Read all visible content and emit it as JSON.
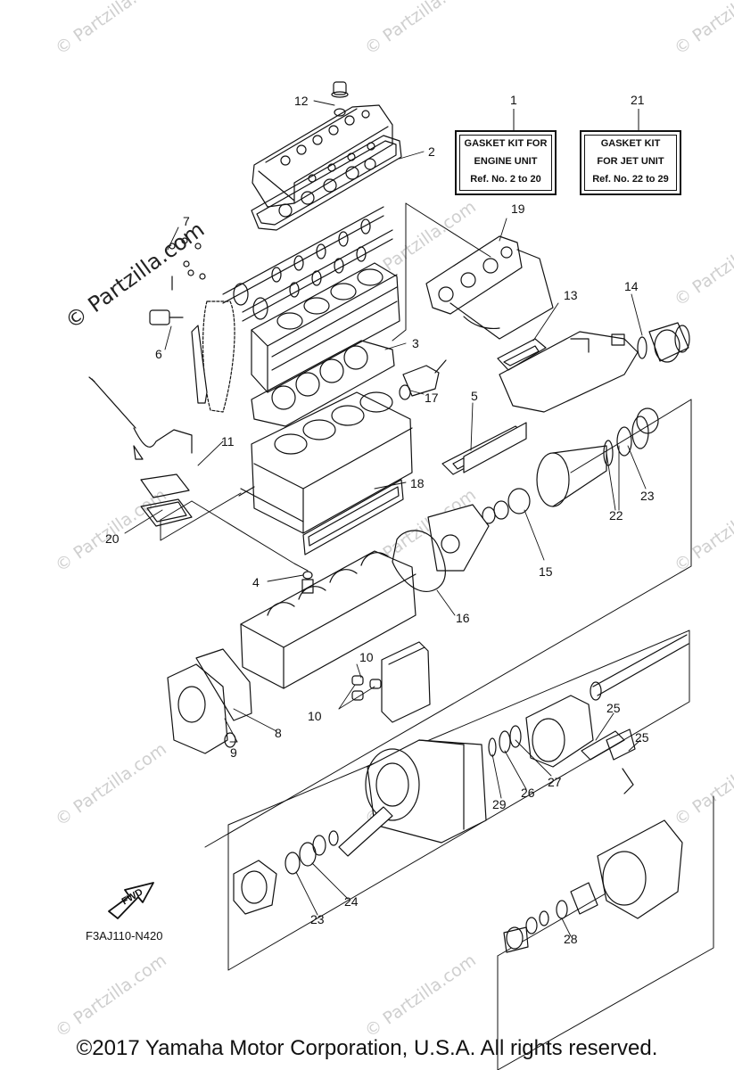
{
  "watermarks": [
    "© Partzilla.com",
    "© Partzilla.com",
    "© Partzilla.com",
    "© Partzilla.com",
    "© Partzilla.com",
    "© Partzilla.com",
    "© Partzilla.com",
    "© Partzilla.com",
    "© Partzilla.com",
    "© Partzilla.com",
    "© Partzilla.com",
    "© Partzilla.com",
    "© Partzilla.com"
  ],
  "main_watermark": "© Partzilla.com",
  "gasket_kits": [
    {
      "ref": "1",
      "line1": "GASKET KIT FOR",
      "line2": "ENGINE UNIT",
      "line3": "Ref. No. 2 to 20"
    },
    {
      "ref": "21",
      "line1": "GASKET KIT",
      "line2": "FOR JET UNIT",
      "line3": "Ref. No. 22 to 29"
    }
  ],
  "callouts": [
    "12",
    "2",
    "7",
    "6",
    "19",
    "13",
    "14",
    "3",
    "17",
    "11",
    "5",
    "20",
    "18",
    "23",
    "22",
    "15",
    "4",
    "16",
    "10",
    "10",
    "8",
    "9",
    "25",
    "25",
    "27",
    "26",
    "29",
    "24",
    "23",
    "28"
  ],
  "fwd_label": "FWD",
  "diagram_id": "F3AJ110-N420",
  "copyright": "©2017  Yamaha Motor Corporation, U.S.A. All rights reserved.",
  "colors": {
    "line": "#111111",
    "watermark": "#cfcfcf",
    "background": "#ffffff"
  }
}
